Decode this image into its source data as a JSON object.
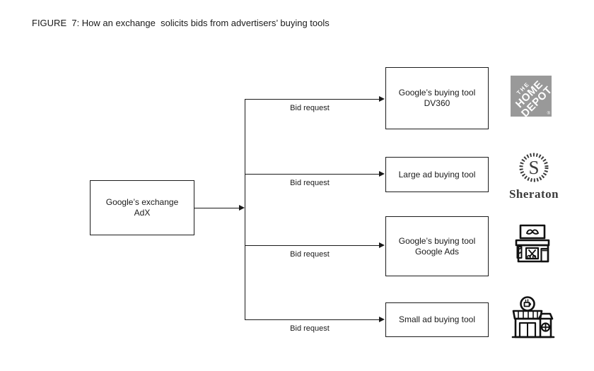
{
  "figure": {
    "title": "FIGURE  7: How an exchange  solicits bids from advertisers’ buying tools"
  },
  "colors": {
    "background": "#ffffff",
    "line": "#1a1a1a",
    "text": "#1a1a1a",
    "home_depot_gray": "#999999",
    "logo_white": "#ffffff",
    "sheraton_dark": "#3b3b3b"
  },
  "source_node": {
    "line1": "Google’s exchange",
    "line2": "AdX"
  },
  "edges": [
    {
      "label": "Bid request"
    },
    {
      "label": "Bid request"
    },
    {
      "label": "Bid request"
    },
    {
      "label": "Bid request"
    }
  ],
  "targets": [
    {
      "line1": "Google’s buying tool",
      "line2": "DV360",
      "icon": "home-depot-logo"
    },
    {
      "line1": "Large ad buying tool",
      "line2": "",
      "icon": "sheraton-logo"
    },
    {
      "line1": "Google’s buying tool",
      "line2": "Google Ads",
      "icon": "barbershop-storefront-icon"
    },
    {
      "line1": "Small ad buying tool",
      "line2": "",
      "icon": "cafe-storefront-icon"
    }
  ],
  "logos": {
    "home_depot": {
      "line1": "THE",
      "line2": "HOME",
      "line3": "DEPOT",
      "registered": "®"
    },
    "sheraton": {
      "monogram": "S",
      "wordmark": "Sheraton"
    }
  }
}
